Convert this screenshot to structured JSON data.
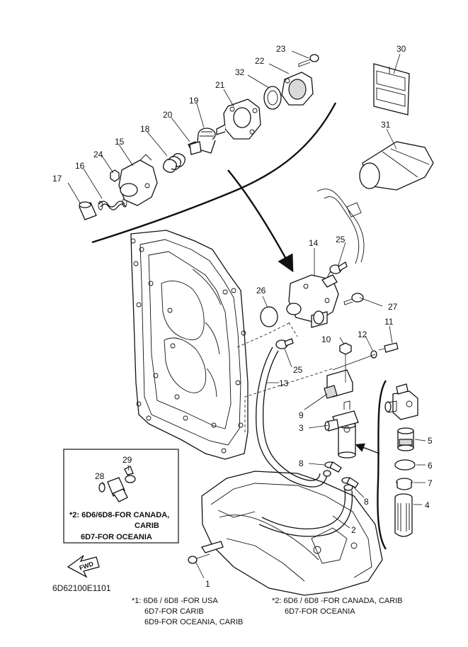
{
  "diagram_code": "6D62100E1101",
  "fwd_label": "FWD",
  "callouts": {
    "c1": "1",
    "c2": "2",
    "c3": "3",
    "c4": "4",
    "c5": "5",
    "c6": "6",
    "c7": "7",
    "c8a": "8",
    "c8b": "8",
    "c9": "9",
    "c10": "10",
    "c11": "11",
    "c12": "12",
    "c13": "13",
    "c14": "14",
    "c15": "15",
    "c16": "16",
    "c17": "17",
    "c18": "18",
    "c19": "19",
    "c20": "20",
    "c21": "21",
    "c22": "22",
    "c23": "23",
    "c24": "24",
    "c25a": "25",
    "c25b": "25",
    "c26": "26",
    "c27": "27",
    "c28": "28",
    "c29": "29",
    "c30": "30",
    "c31": "31",
    "c32": "32"
  },
  "inset_note": {
    "line1": "*2: 6D6/6D8-FOR CANADA,",
    "line2": "CARIB",
    "line3": "6D7-FOR OCEANIA"
  },
  "footnote1": {
    "line1": "*1: 6D6 / 6D8 -FOR USA",
    "line2": "6D7-FOR CARIB",
    "line3": "6D9-FOR OCEANIA, CARIB"
  },
  "footnote2": {
    "line1": "*2: 6D6 / 6D8 -FOR CANADA, CARIB",
    "line2": "6D7-FOR OCEANIA"
  }
}
